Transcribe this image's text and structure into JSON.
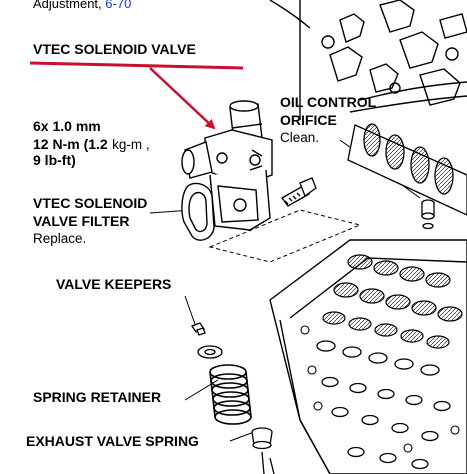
{
  "reference": {
    "text": "Adjustment,",
    "link": "6-70"
  },
  "labels": {
    "vtec_solenoid_valve": "VTEC SOLENOID VALVE",
    "torque_line1": "6x  1.0 mm",
    "torque_line2a": "12  N-m (1.2",
    "torque_line2b": "kg-m ,",
    "torque_line3a": "9  lb-ft)",
    "oil_control_line1": "OIL CONTROL",
    "oil_control_line2": "ORIFICE",
    "oil_control_note": "Clean.",
    "filter_line1": "VTEC SOLENOID",
    "filter_line2": "VALVE FILTER",
    "filter_note": "Replace.",
    "valve_keepers": "VALVE KEEPERS",
    "spring_retainer": "SPRING RETAINER",
    "exhaust_valve_spring": "EXHAUST VALVE SPRING"
  },
  "colors": {
    "arrow": "#c8102e",
    "underline": "#c8102e",
    "link": "#1a37c7",
    "ink": "#000000"
  }
}
